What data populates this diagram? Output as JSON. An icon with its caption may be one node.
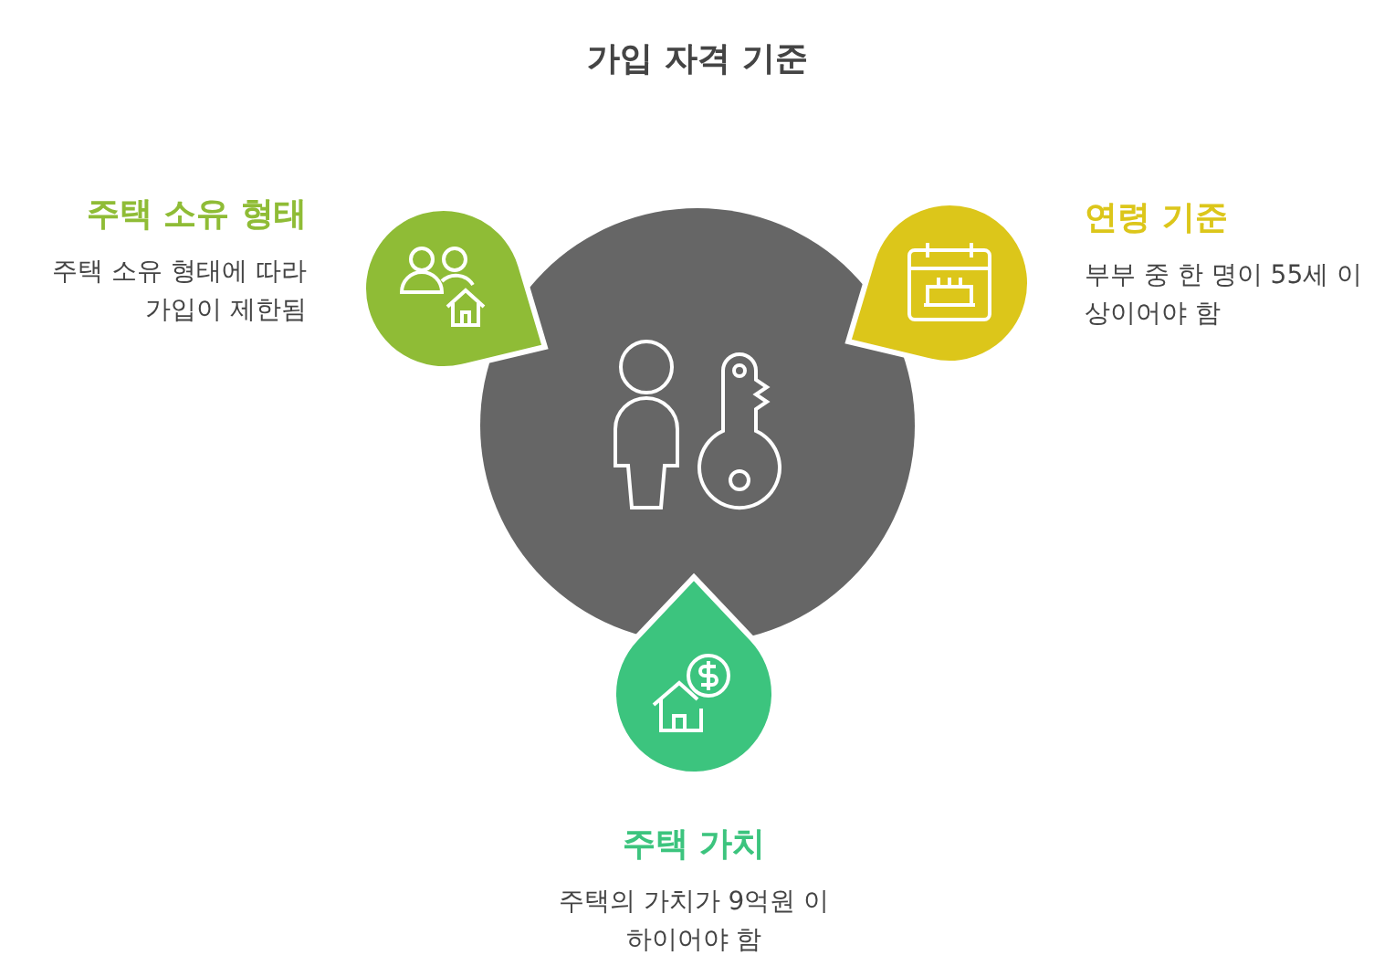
{
  "diagram": {
    "title": "가입 자격 기준",
    "nodes": [
      {
        "text": [
          "주택 소유 형태",
          "주택 소유 형태에 따라 가입이 제한됨"
        ]
      },
      {
        "text": [
          "연령 기준",
          "부부 중 한 명이 55세 이상이어야 함"
        ]
      },
      {
        "text": [
          "주택 가치",
          "주택의 가치가 9억원 이하이어야 함"
        ]
      }
    ]
  }
}
